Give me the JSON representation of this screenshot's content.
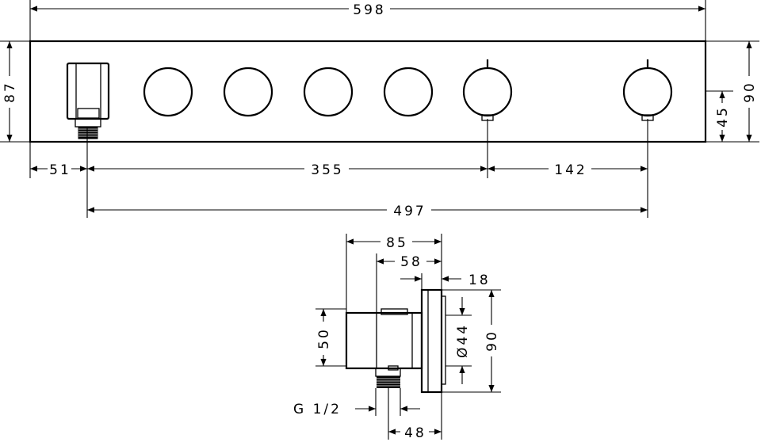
{
  "dimensions": {
    "total_width": "598",
    "panel_height": "87",
    "overall_height": "90",
    "half_height": "45",
    "outlet_offset": "51",
    "outlet_to_thermo1": "355",
    "thermo_spacing": "142",
    "outlet_to_thermo2": "497"
  },
  "side_view": {
    "depth_total": "85",
    "depth_body": "58",
    "plate_depth": "18",
    "body_height": "50",
    "rosette_diameter": "Ø44",
    "plate_height": "90",
    "thread_label": "G 1/2",
    "thread_offset": "48"
  }
}
